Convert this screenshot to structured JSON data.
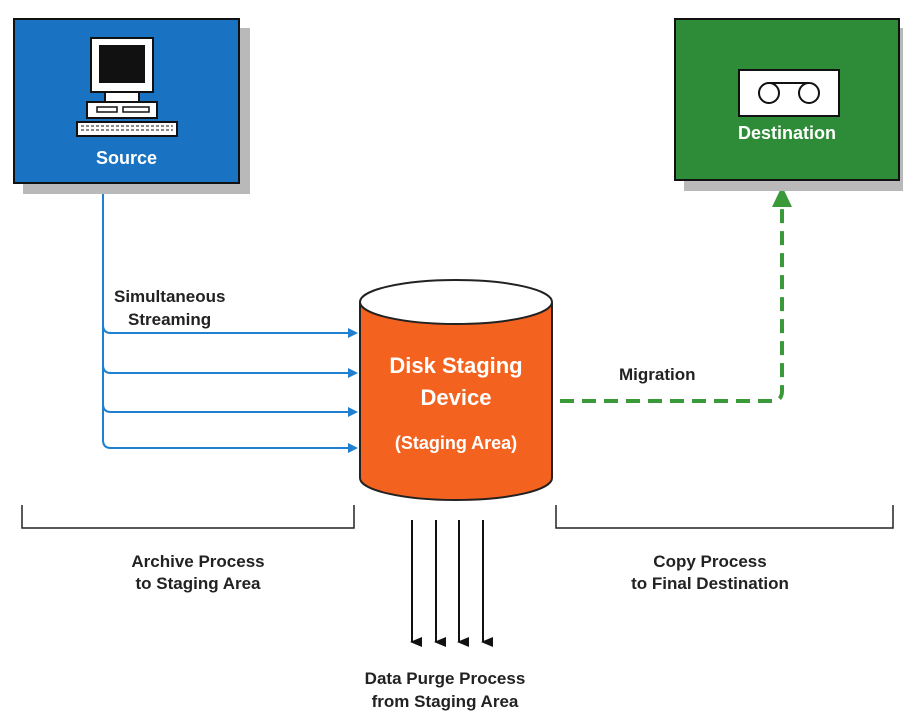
{
  "source": {
    "label": "Source",
    "icon": "computer-icon",
    "color": "#1a73c2"
  },
  "destination": {
    "label": "Destination",
    "icon": "tape-icon",
    "color": "#2e8b37"
  },
  "staging": {
    "title_line1": "Disk Staging",
    "title_line2": "Device",
    "subtitle": "(Staging Area)",
    "color": "#f4621f"
  },
  "labels": {
    "streaming_line1": "Simultaneous",
    "streaming_line2": "Streaming",
    "migration": "Migration",
    "archive_line1": "Archive Process",
    "archive_line2": "to Staging Area",
    "copy_line1": "Copy Process",
    "copy_line2": "to Final Destination",
    "purge_line1": "Data Purge Process",
    "purge_line2": "from Staging Area"
  },
  "colors": {
    "stream_arrows": "#1f7fd0",
    "migration_arrow": "#3a9a3a"
  }
}
